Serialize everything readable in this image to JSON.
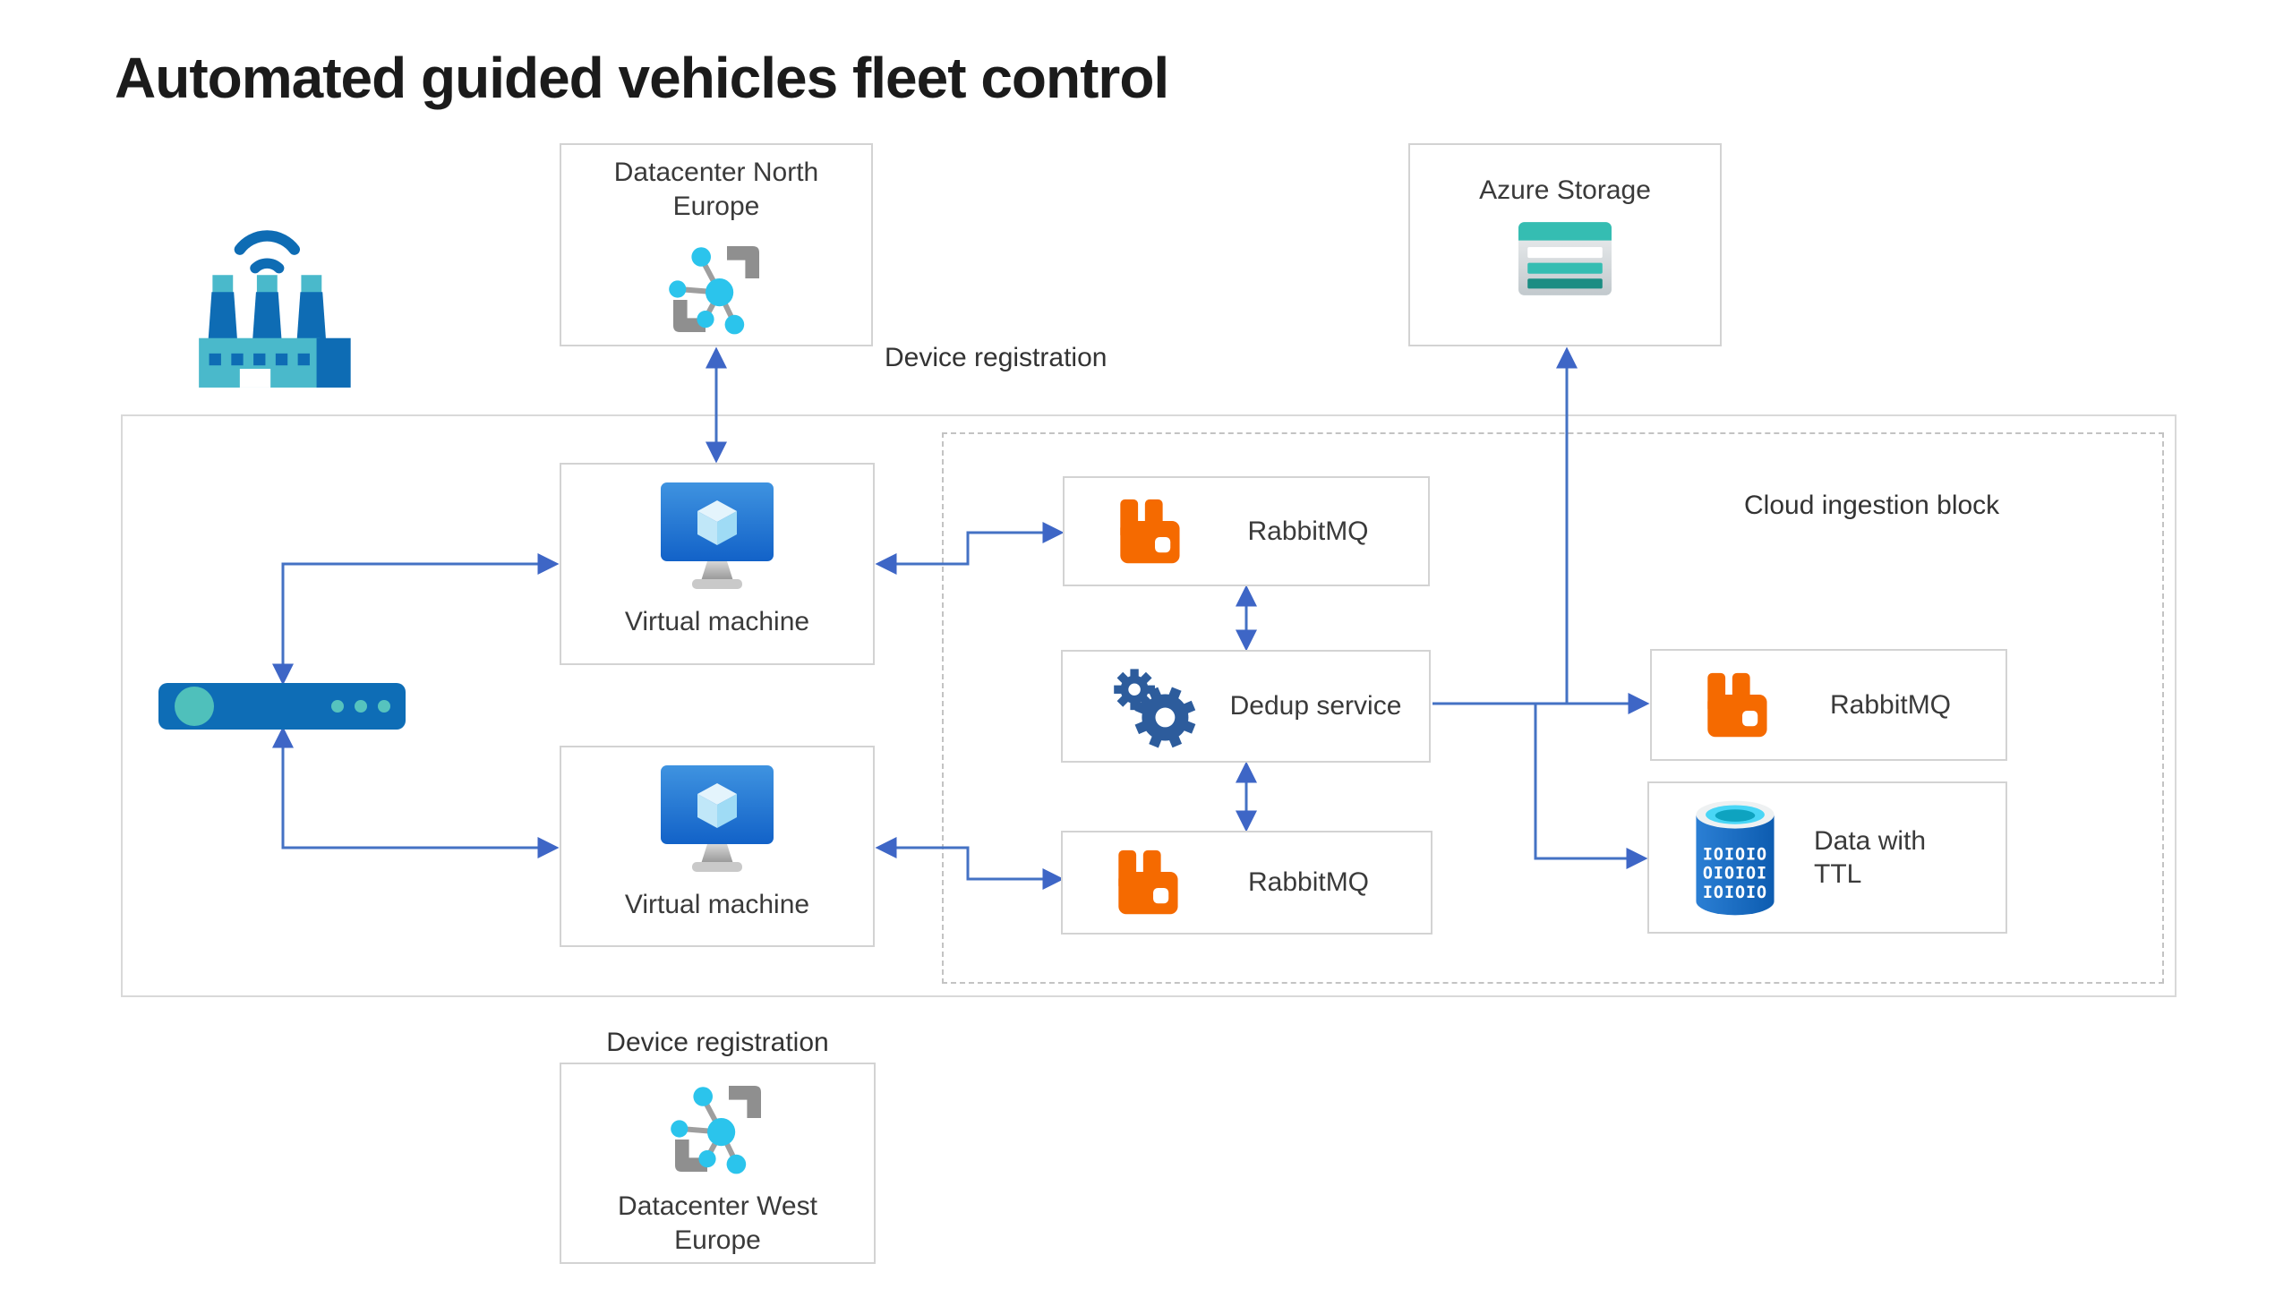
{
  "title": "Automated guided vehicles fleet control",
  "containers": {
    "cloud_ingestion": {
      "label": "Cloud ingestion block"
    }
  },
  "labels": {
    "device_registration_top": "Device registration",
    "device_registration_bottom": "Device registration"
  },
  "nodes": {
    "datacenter_north": {
      "label": "Datacenter North Europe",
      "icon": "iot-device-registration-icon"
    },
    "azure_storage": {
      "label": "Azure Storage",
      "icon": "azure-storage-icon"
    },
    "vm_top": {
      "label": "Virtual machine",
      "icon": "virtual-machine-icon"
    },
    "vm_bottom": {
      "label": "Virtual machine",
      "icon": "virtual-machine-icon"
    },
    "rabbitmq_vm_top": {
      "label": "RabbitMQ",
      "icon": "rabbitmq-icon"
    },
    "dedup": {
      "label": "Dedup service",
      "icon": "gears-icon"
    },
    "rabbitmq_vm_bottom": {
      "label": "RabbitMQ",
      "icon": "rabbitmq-icon"
    },
    "rabbitmq_cloud": {
      "label": "RabbitMQ",
      "icon": "rabbitmq-icon"
    },
    "data_ttl": {
      "label": "Data with TTL",
      "icon": "database-ttl-icon",
      "binary_lines": [
        "IOIOIO",
        "OIOIOI",
        "IOIOIO"
      ]
    },
    "datacenter_west": {
      "label": "Datacenter West Europe",
      "icon": "iot-device-registration-icon"
    }
  },
  "standalone_icons": {
    "factory": "smart-factory-icon",
    "load_balancer": "server-bar-icon"
  },
  "colors": {
    "arrow_line": "#4472c4",
    "arrow_head": "#3e66c6",
    "rabbitmq_orange": "#f56a00",
    "gear_blue": "#2d5c9c",
    "cylinder_blue": "#1468c0",
    "iot_cyan": "#2bc4ec",
    "storage_teal": "#35bdb2",
    "factory_teal": "#4ab9cb",
    "factory_blue": "#0e6cb4",
    "loadbalancer_blue": "#0e6db6",
    "loadbalancer_teal": "#4fc0bb",
    "box_border": "#d3d3d3",
    "dashed_border": "#c3c3c3"
  }
}
